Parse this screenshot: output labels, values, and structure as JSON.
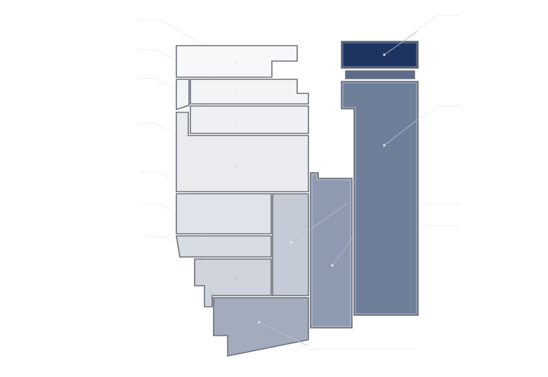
{
  "diagram": {
    "kind": "stacked-floor-plan",
    "labels_visible": false,
    "palette": {
      "stroke": "#6b6f78",
      "lightest": "#f8f8fa",
      "light": "#f0f1f4",
      "mid_light": "#e9ebef",
      "mid": "#e0e3e9",
      "mid_dark": "#c4cad6",
      "slate": "#8e9ab0",
      "steel": "#a3acbd",
      "dark": "#6f7f99",
      "navy": "#1e3460",
      "strip": "#5c6c8f"
    },
    "regions": [
      {
        "id": "region-1",
        "fill": "#f8f8fa"
      },
      {
        "id": "region-2",
        "fill": "#f3f4f6"
      },
      {
        "id": "region-3",
        "fill": "#eef0f3"
      },
      {
        "id": "region-4",
        "fill": "#e9ebef"
      },
      {
        "id": "region-5",
        "fill": "#e0e3e9"
      },
      {
        "id": "region-6",
        "fill": "#d8dce3"
      },
      {
        "id": "region-7",
        "fill": "#ced3dc"
      },
      {
        "id": "region-8",
        "fill": "#c4cad6"
      },
      {
        "id": "region-9",
        "fill": "#a3acbd"
      },
      {
        "id": "region-10",
        "fill": "#8e9ab0"
      },
      {
        "id": "region-11",
        "fill": "#6f7f99"
      },
      {
        "id": "region-12",
        "fill": "#1e3460"
      },
      {
        "id": "region-13",
        "fill": "#5c6c8f"
      }
    ]
  }
}
